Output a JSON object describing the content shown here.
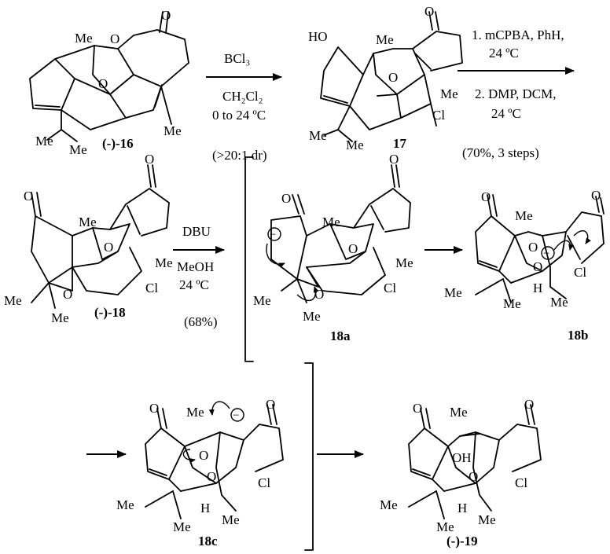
{
  "step1": {
    "start_compound": "(-)-16",
    "reagent": "BCl₃",
    "solvent": "CH₂Cl₂",
    "temperature": "0 to 24 ºC",
    "selectivity": "(>20:1 dr)",
    "product": "17"
  },
  "step2": {
    "reagent_1": "1. mCPBA, PhH,",
    "temp_1": "24 ºC",
    "reagent_2": "2. DMP, DCM,",
    "temp_2": "24 ºC",
    "yield": "(70%, 3 steps)"
  },
  "step3": {
    "start_compound": "(-)-18",
    "reagent": "DBU",
    "solvent": "MeOH",
    "temperature": "24 ºC",
    "yield": "(68%)",
    "intermediate_a": "18a",
    "intermediate_b": "18b"
  },
  "step4": {
    "intermediate_c": "18c",
    "product": "(-)-19"
  },
  "atoms": {
    "me": "Me",
    "o": "O",
    "cl": "Cl",
    "ho": "HO",
    "oh": "OH",
    "h": "H",
    "minus": "−"
  }
}
